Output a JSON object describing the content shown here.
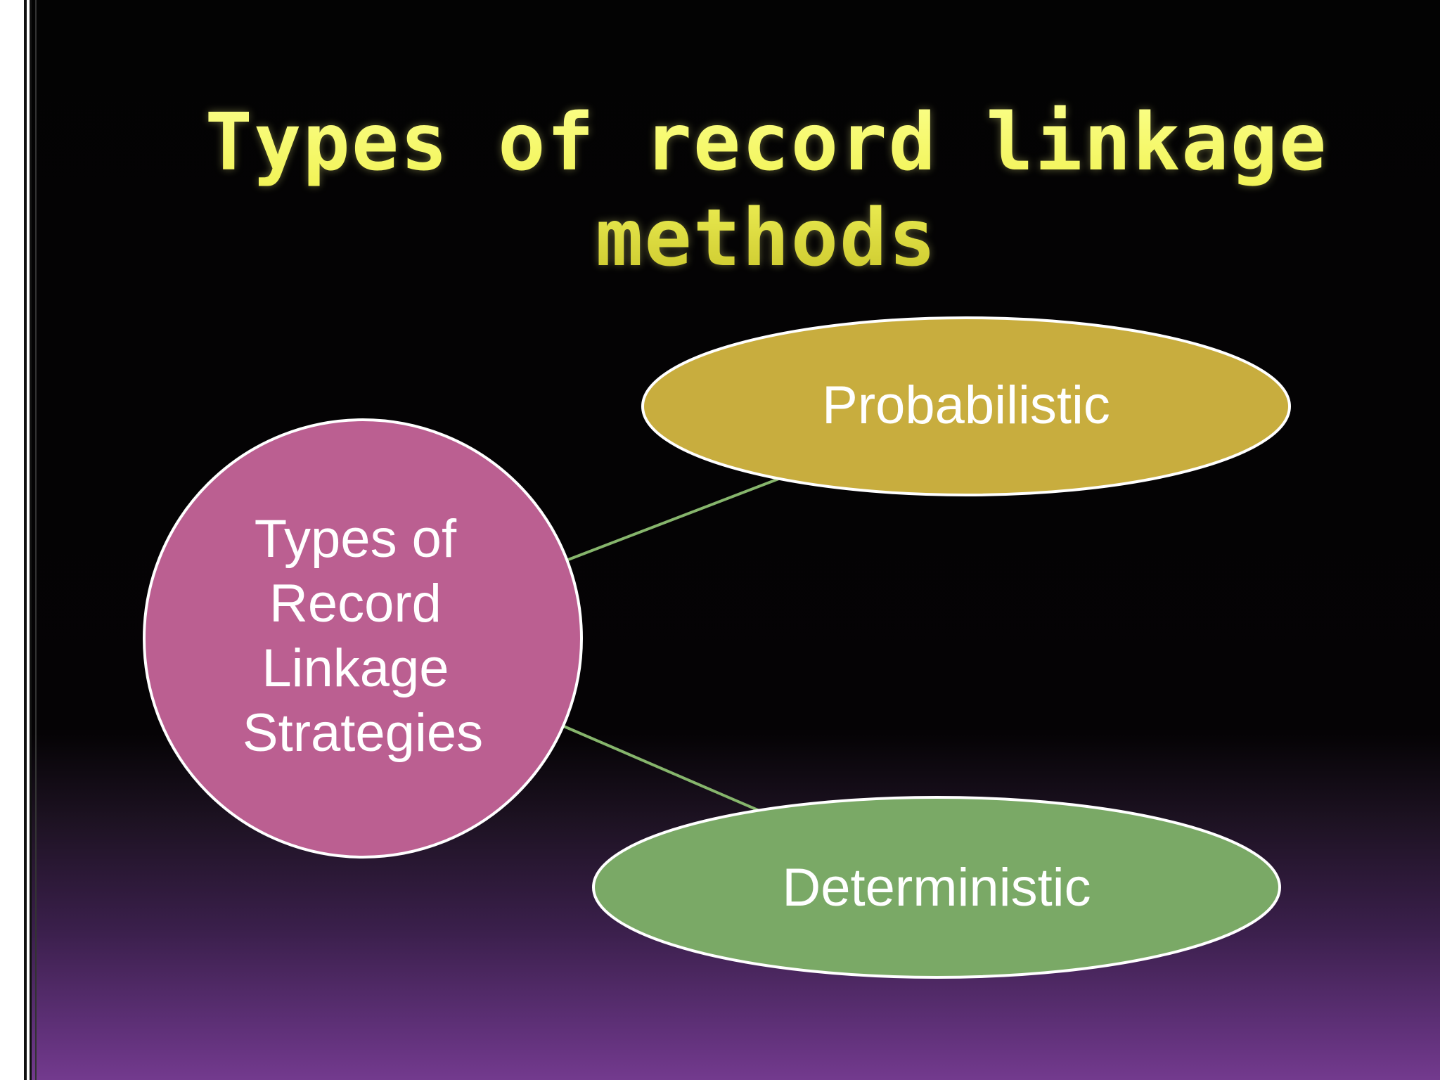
{
  "slide": {
    "title_line1": "Types of record linkage",
    "title_line2": "methods"
  },
  "diagram": {
    "center": {
      "lines": [
        "Types of",
        "Record",
        "Linkage",
        "Strategies"
      ],
      "color": "#bb5f91"
    },
    "branches": [
      {
        "label": "Probabilistic",
        "color": "#c8ad3e"
      },
      {
        "label": "Deterministic",
        "color": "#7aa966"
      }
    ],
    "connector_color": "#86b56c",
    "outline_color": "#ffffff"
  }
}
